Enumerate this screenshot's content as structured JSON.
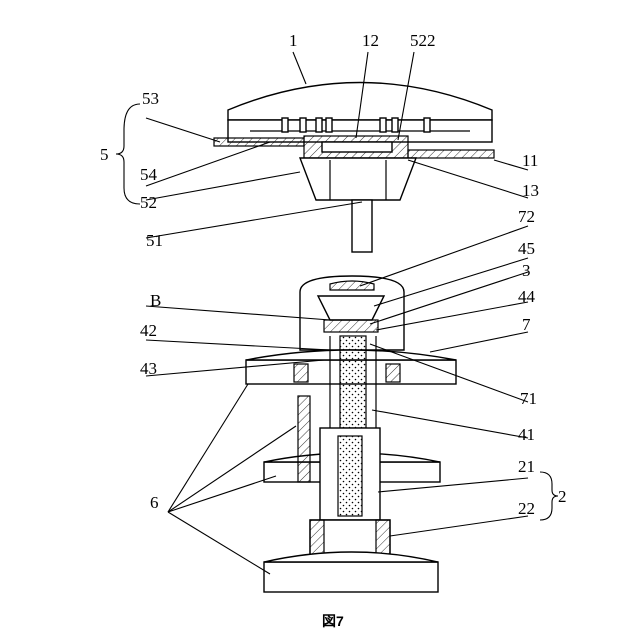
{
  "figure": {
    "caption": "図7",
    "labels": {
      "l1": "1",
      "l12": "12",
      "l522": "522",
      "l53": "53",
      "l5": "5",
      "l54": "54",
      "l52": "52",
      "l11": "11",
      "l13": "13",
      "l51": "51",
      "l72": "72",
      "l45": "45",
      "l3": "3",
      "lB": "B",
      "l44": "44",
      "l42": "42",
      "l7": "7",
      "l43": "43",
      "l71": "71",
      "l41": "41",
      "l21": "21",
      "l2": "2",
      "l6": "6",
      "l22": "22"
    }
  }
}
